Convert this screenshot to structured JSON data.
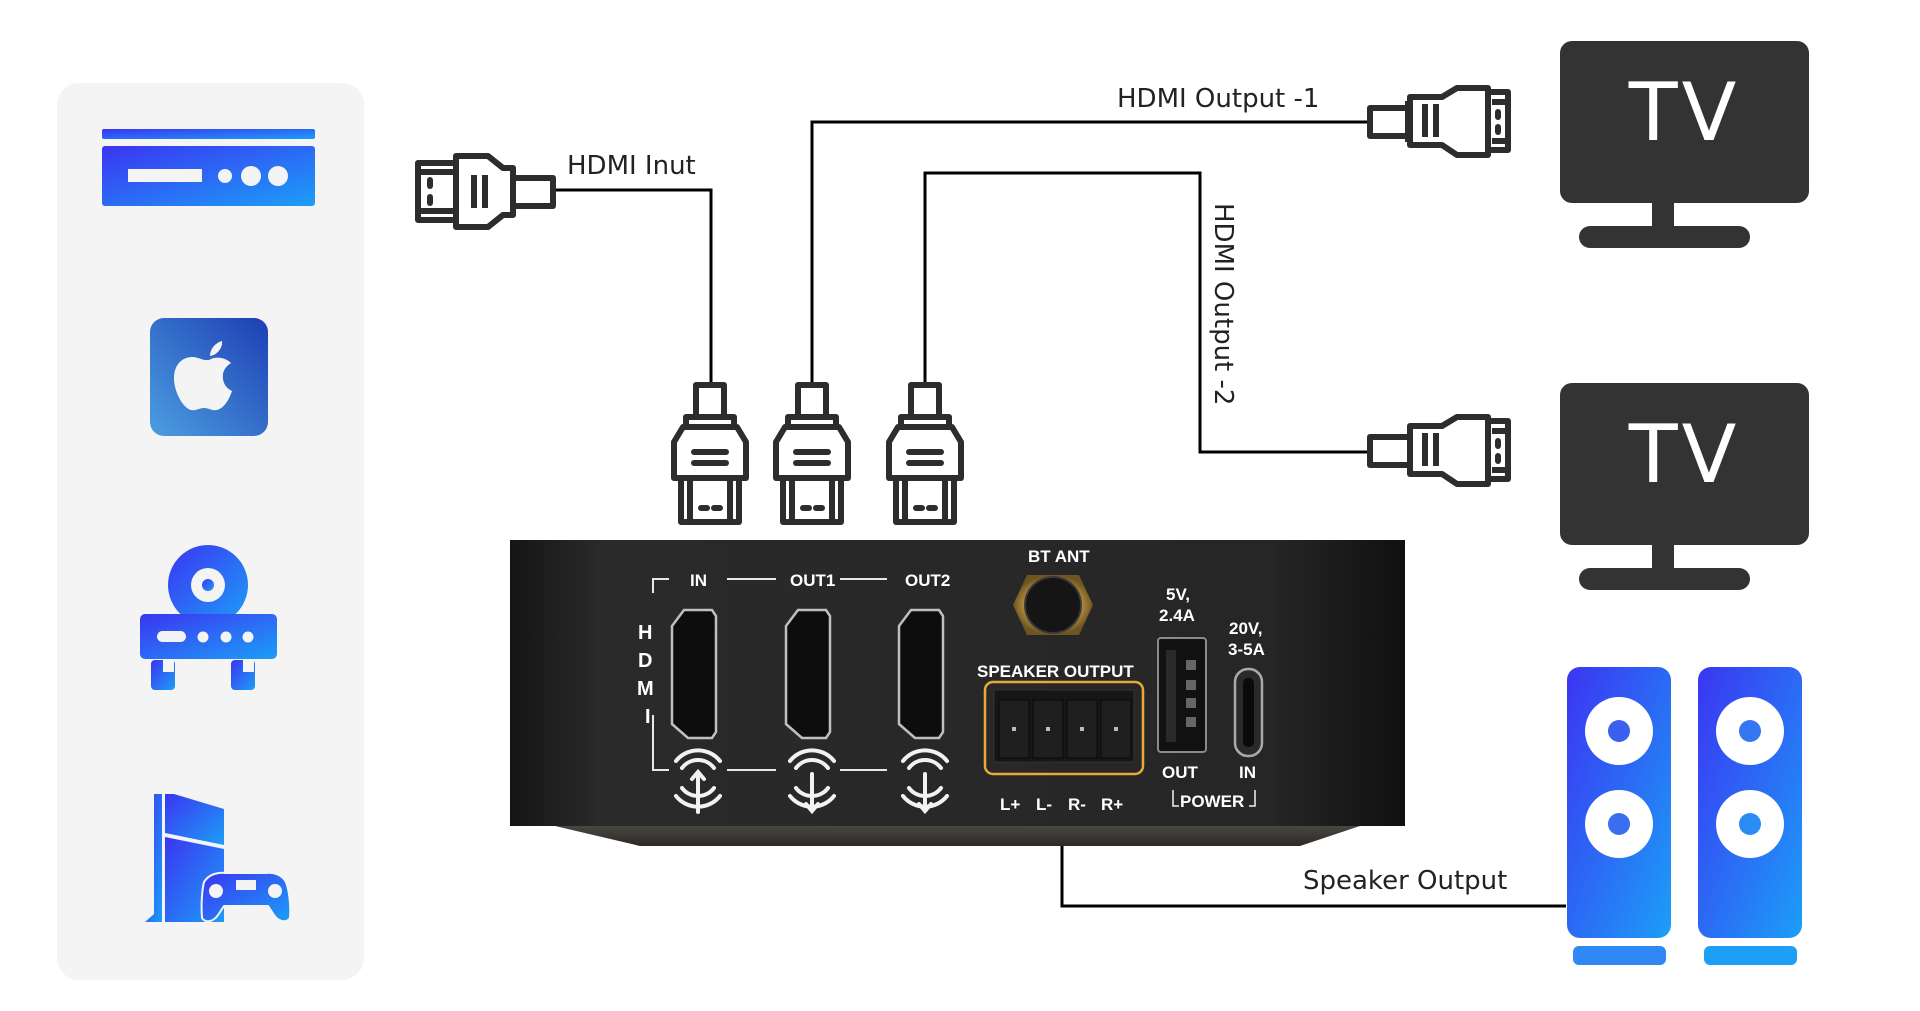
{
  "diagram": {
    "source_devices": [
      {
        "name": "set-top-box",
        "icon": "set-top-box-icon"
      },
      {
        "name": "apple-tv",
        "icon": "apple-icon"
      },
      {
        "name": "dvd-player",
        "icon": "dvd-player-icon"
      },
      {
        "name": "game-console",
        "icon": "game-console-icon"
      }
    ],
    "cable_labels": {
      "hdmi_input": "HDMI Inut",
      "hdmi_output_1": "HDMI Output -1",
      "hdmi_output_2": "HDMI Output -2",
      "speaker_output": "Speaker Output"
    },
    "tvs": [
      {
        "label": "TV"
      },
      {
        "label": "TV"
      }
    ],
    "speakers": 2,
    "device_panel": {
      "hdmi_vertical": [
        "H",
        "D",
        "M",
        "I"
      ],
      "ports": {
        "in": "IN",
        "out1": "OUT1",
        "out2": "OUT2",
        "bt_ant": "BT ANT",
        "speaker_output": "SPEAKER OUTPUT",
        "speaker_pins": [
          "L+",
          "L-",
          "R-",
          "R+"
        ],
        "usb_rating_1": "5V,",
        "usb_rating_2": "2.4A",
        "usbc_rating_1": "20V,",
        "usbc_rating_2": "3-5A",
        "usb_label": "OUT",
        "usbc_label": "IN",
        "power_label": "POWER"
      }
    },
    "colors": {
      "icon_gradient_start": "#3b35f2",
      "icon_gradient_end": "#1c9ef7",
      "apple_gradient_start": "#1d3fb4",
      "apple_gradient_end": "#4c9ee0",
      "tv": "#333333",
      "device_body": "#232323",
      "speaker_terminal_outline": "#e8a93a",
      "panel_bg": "#f4f4f4"
    }
  }
}
